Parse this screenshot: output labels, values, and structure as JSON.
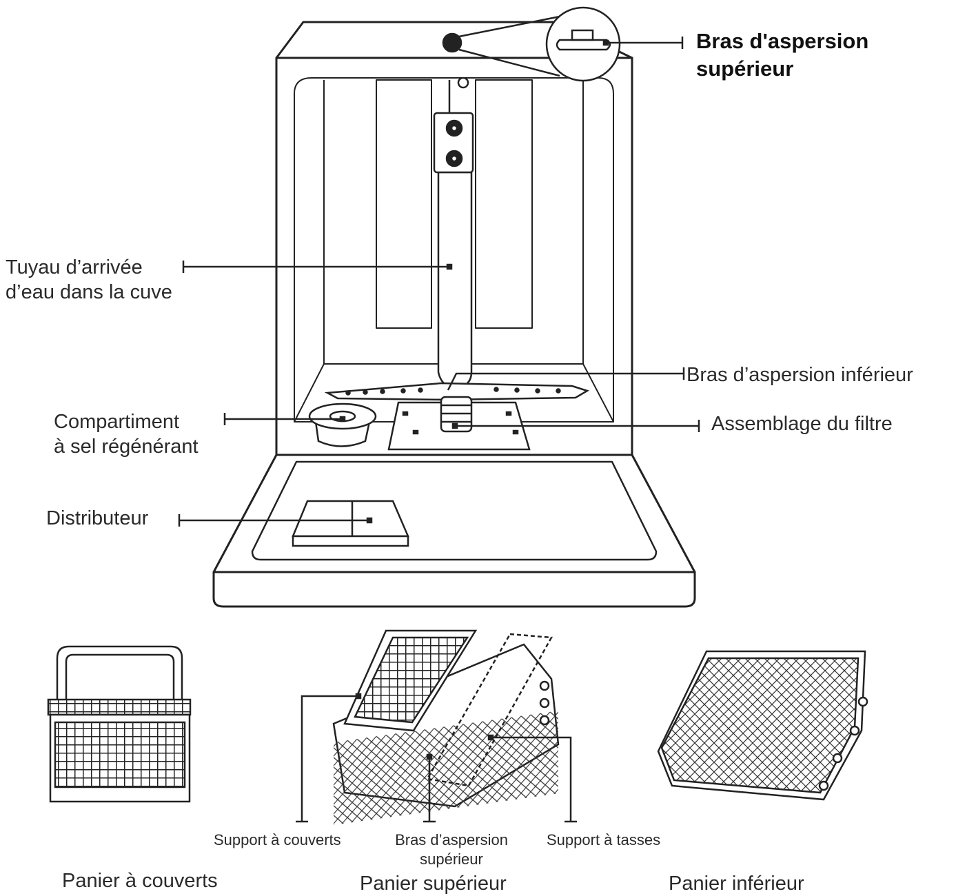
{
  "callouts": {
    "upper_spray_arm": {
      "line1": "Bras d'aspersion",
      "line2": "supérieur"
    },
    "water_inlet_pipe": {
      "line1": "Tuyau d’arrivée",
      "line2": "d’eau dans la cuve"
    },
    "lower_spray_arm": {
      "text": "Bras d’aspersion inférieur"
    },
    "salt_compartment": {
      "line1": "Compartiment",
      "line2": "à sel régénérant"
    },
    "filter_assembly": {
      "text": "Assemblage du filtre"
    },
    "dispenser": {
      "text": "Distributeur"
    }
  },
  "baskets": {
    "cutlery_basket": {
      "caption": "Panier à couverts"
    },
    "upper_basket": {
      "caption": "Panier supérieur",
      "parts": {
        "cutlery_support": "Support à couverts",
        "spray_arm_line1": "Bras d’aspersion",
        "spray_arm_line2": "supérieur",
        "cup_support": "Support à tasses"
      }
    },
    "lower_basket": {
      "caption": "Panier inférieur"
    }
  }
}
